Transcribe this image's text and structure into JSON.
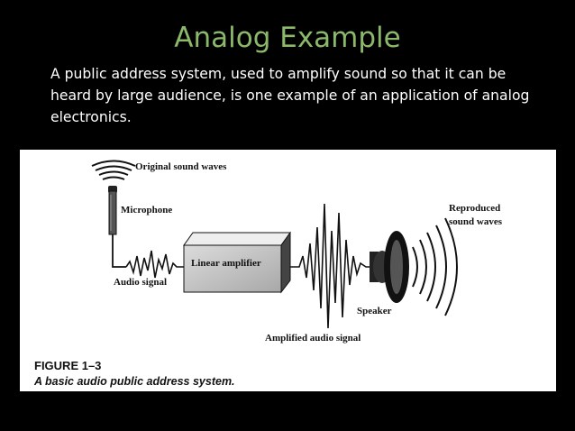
{
  "slide": {
    "title": "Analog Example",
    "body": "A public address system, used to amplify sound so that it can be heard by large audience, is one example of an application of analog electronics."
  },
  "figure": {
    "labels": {
      "original_sound_waves": "Original sound waves",
      "microphone": "Microphone",
      "audio_signal": "Audio signal",
      "linear_amplifier": "Linear amplifier",
      "amplified_audio_signal": "Amplified audio signal",
      "speaker": "Speaker",
      "reproduced_line1": "Reproduced",
      "reproduced_line2": "sound waves"
    },
    "figure_number": "FIGURE 1–3",
    "caption": "A basic audio public address system."
  },
  "colors": {
    "title": "#8bb86a",
    "background": "#000000",
    "figure_background": "#ffffff",
    "body_text": "#ffffff"
  }
}
